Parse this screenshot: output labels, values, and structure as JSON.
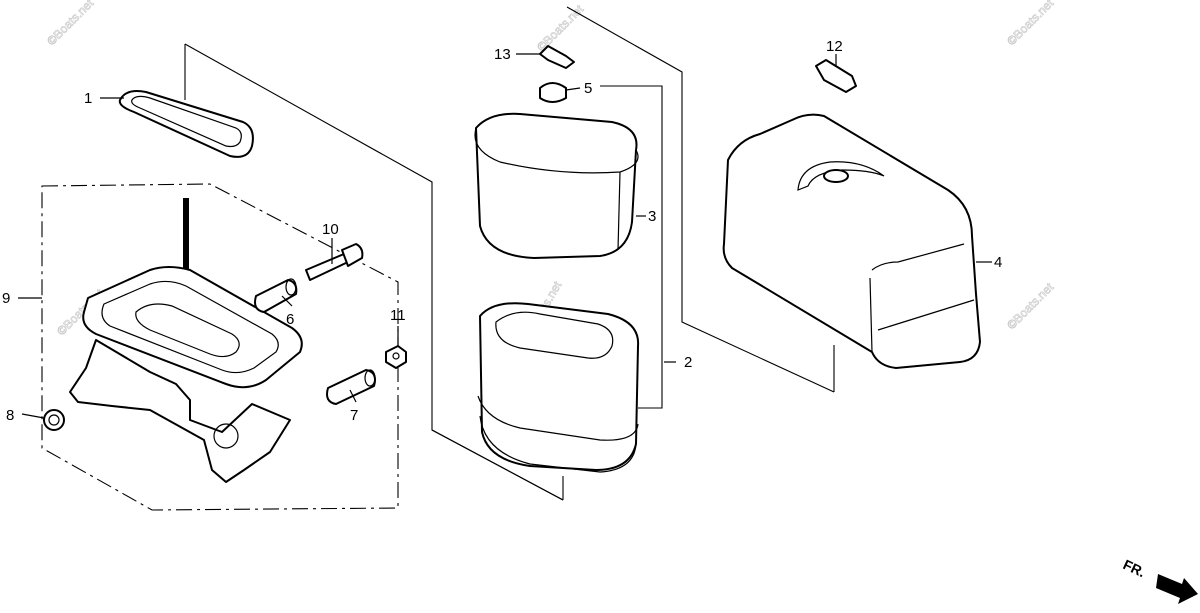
{
  "watermark": "©Boats.net",
  "direction_label": "FR.",
  "parts": [
    {
      "number": "1",
      "name": "gasket-icon"
    },
    {
      "number": "2",
      "name": "paper-element-icon"
    },
    {
      "number": "3",
      "name": "foam-element-icon"
    },
    {
      "number": "4",
      "name": "air-cleaner-cover-icon"
    },
    {
      "number": "5",
      "name": "grommet-icon"
    },
    {
      "number": "6",
      "name": "collar-icon"
    },
    {
      "number": "7",
      "name": "collar-icon"
    },
    {
      "number": "8",
      "name": "grommet-icon"
    },
    {
      "number": "9",
      "name": "air-cleaner-case-icon"
    },
    {
      "number": "10",
      "name": "flange-bolt-icon"
    },
    {
      "number": "11",
      "name": "flange-nut-icon"
    },
    {
      "number": "12",
      "name": "wing-nut-icon"
    },
    {
      "number": "13",
      "name": "wing-nut-icon"
    }
  ]
}
